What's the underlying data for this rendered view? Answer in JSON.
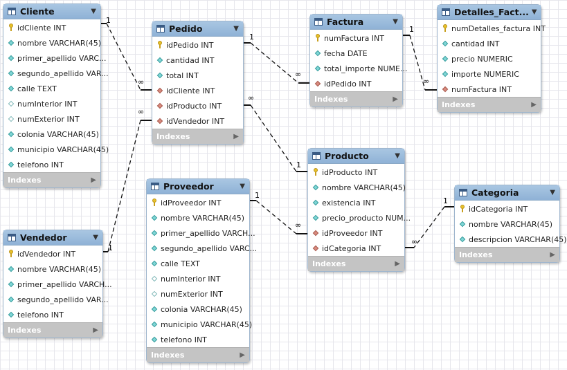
{
  "tables": [
    {
      "key": "cliente",
      "title": "Cliente",
      "indexes_label": "Indexes",
      "columns": [
        {
          "name": "idCliente INT",
          "kind": "pk"
        },
        {
          "name": "nombre VARCHAR(45)",
          "kind": "attr"
        },
        {
          "name": "primer_apellido VARC...",
          "kind": "attr"
        },
        {
          "name": "segundo_apellido VAR...",
          "kind": "attr"
        },
        {
          "name": "calle TEXT",
          "kind": "attr"
        },
        {
          "name": "numInterior INT",
          "kind": "attr-hollow"
        },
        {
          "name": "numExterior INT",
          "kind": "attr-hollow"
        },
        {
          "name": "colonia VARCHAR(45)",
          "kind": "attr"
        },
        {
          "name": "municipio VARCHAR(45)",
          "kind": "attr"
        },
        {
          "name": "telefono INT",
          "kind": "attr"
        }
      ]
    },
    {
      "key": "pedido",
      "title": "Pedido",
      "indexes_label": "Indexes",
      "columns": [
        {
          "name": "idPedido INT",
          "kind": "pk"
        },
        {
          "name": "cantidad INT",
          "kind": "attr"
        },
        {
          "name": "total INT",
          "kind": "attr"
        },
        {
          "name": "idCliente INT",
          "kind": "fk"
        },
        {
          "name": "idProducto INT",
          "kind": "fk"
        },
        {
          "name": "idVendedor INT",
          "kind": "fk"
        }
      ]
    },
    {
      "key": "factura",
      "title": "Factura",
      "indexes_label": "Indexes",
      "columns": [
        {
          "name": "numFactura INT",
          "kind": "pk"
        },
        {
          "name": "fecha DATE",
          "kind": "attr"
        },
        {
          "name": "total_importe NUME...",
          "kind": "attr"
        },
        {
          "name": "idPedido INT",
          "kind": "fk"
        }
      ]
    },
    {
      "key": "detalles",
      "title": "Detalles_Fact...",
      "indexes_label": "Indexes",
      "columns": [
        {
          "name": "numDetalles_factura INT",
          "kind": "pk"
        },
        {
          "name": "cantidad INT",
          "kind": "attr"
        },
        {
          "name": "precio NUMERIC",
          "kind": "attr"
        },
        {
          "name": "importe NUMERIC",
          "kind": "attr"
        },
        {
          "name": "numFactura INT",
          "kind": "fk"
        }
      ]
    },
    {
      "key": "vendedor",
      "title": "Vendedor",
      "indexes_label": "Indexes",
      "columns": [
        {
          "name": "idVendedor INT",
          "kind": "pk"
        },
        {
          "name": "nombre VARCHAR(45)",
          "kind": "attr"
        },
        {
          "name": "primer_apellido VARCH...",
          "kind": "attr"
        },
        {
          "name": "segundo_apellido VAR...",
          "kind": "attr"
        },
        {
          "name": "telefono INT",
          "kind": "attr"
        }
      ]
    },
    {
      "key": "proveedor",
      "title": "Proveedor",
      "indexes_label": "Indexes",
      "columns": [
        {
          "name": "idProveedor INT",
          "kind": "pk"
        },
        {
          "name": "nombre VARCHAR(45)",
          "kind": "attr"
        },
        {
          "name": "primer_apellido VARCH...",
          "kind": "attr"
        },
        {
          "name": "segundo_apellido VARC...",
          "kind": "attr"
        },
        {
          "name": "calle TEXT",
          "kind": "attr"
        },
        {
          "name": "numInterior INT",
          "kind": "attr-hollow"
        },
        {
          "name": "numExterior INT",
          "kind": "attr-hollow"
        },
        {
          "name": "colonia VARCHAR(45)",
          "kind": "attr"
        },
        {
          "name": "municipio VARCHAR(45)",
          "kind": "attr"
        },
        {
          "name": "telefono INT",
          "kind": "attr"
        }
      ]
    },
    {
      "key": "producto",
      "title": "Producto",
      "indexes_label": "Indexes",
      "columns": [
        {
          "name": "idProducto INT",
          "kind": "pk"
        },
        {
          "name": "nombre VARCHAR(45)",
          "kind": "attr"
        },
        {
          "name": "existencia INT",
          "kind": "attr"
        },
        {
          "name": "precio_producto NUM...",
          "kind": "attr"
        },
        {
          "name": "idProveedor INT",
          "kind": "fk"
        },
        {
          "name": "idCategoria INT",
          "kind": "fk"
        }
      ]
    },
    {
      "key": "categoria",
      "title": "Categoria",
      "indexes_label": "Indexes",
      "columns": [
        {
          "name": "idCategoria INT",
          "kind": "pk"
        },
        {
          "name": "nombre VARCHAR(45)",
          "kind": "attr"
        },
        {
          "name": "descripcion VARCHAR(45)",
          "kind": "attr"
        }
      ]
    }
  ],
  "relationships": [
    {
      "from": "cliente",
      "to": "pedido",
      "from_card": "1",
      "to_card": "∞"
    },
    {
      "from": "vendedor",
      "to": "pedido",
      "from_card": "1",
      "to_card": "∞"
    },
    {
      "from": "pedido",
      "to": "factura",
      "from_card": "1",
      "to_card": "∞"
    },
    {
      "from": "factura",
      "to": "detalles",
      "from_card": "1",
      "to_card": "∞"
    },
    {
      "from": "pedido",
      "to": "producto",
      "from_card": "∞",
      "to_card": "1"
    },
    {
      "from": "proveedor",
      "to": "producto",
      "from_card": "1",
      "to_card": "∞"
    },
    {
      "from": "categoria",
      "to": "producto",
      "from_card": "1",
      "to_card": "∞"
    }
  ]
}
